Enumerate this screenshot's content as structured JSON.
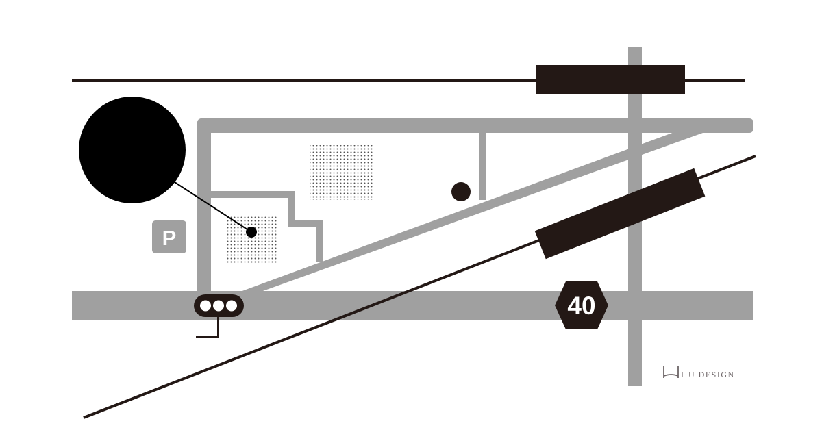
{
  "map": {
    "route_sign": {
      "label": "40"
    },
    "parking_sign": {
      "label": "P",
      "icon": "parking-icon"
    },
    "traffic_signal": {
      "icon": "traffic-light-icon"
    },
    "brand": {
      "icon": "logo-mark-icon",
      "text": "I·U DESIGN"
    },
    "colors": {
      "road": "#a0a0a0",
      "rail": "#231815",
      "marker": "#000000",
      "logo": "#6e6668"
    }
  }
}
